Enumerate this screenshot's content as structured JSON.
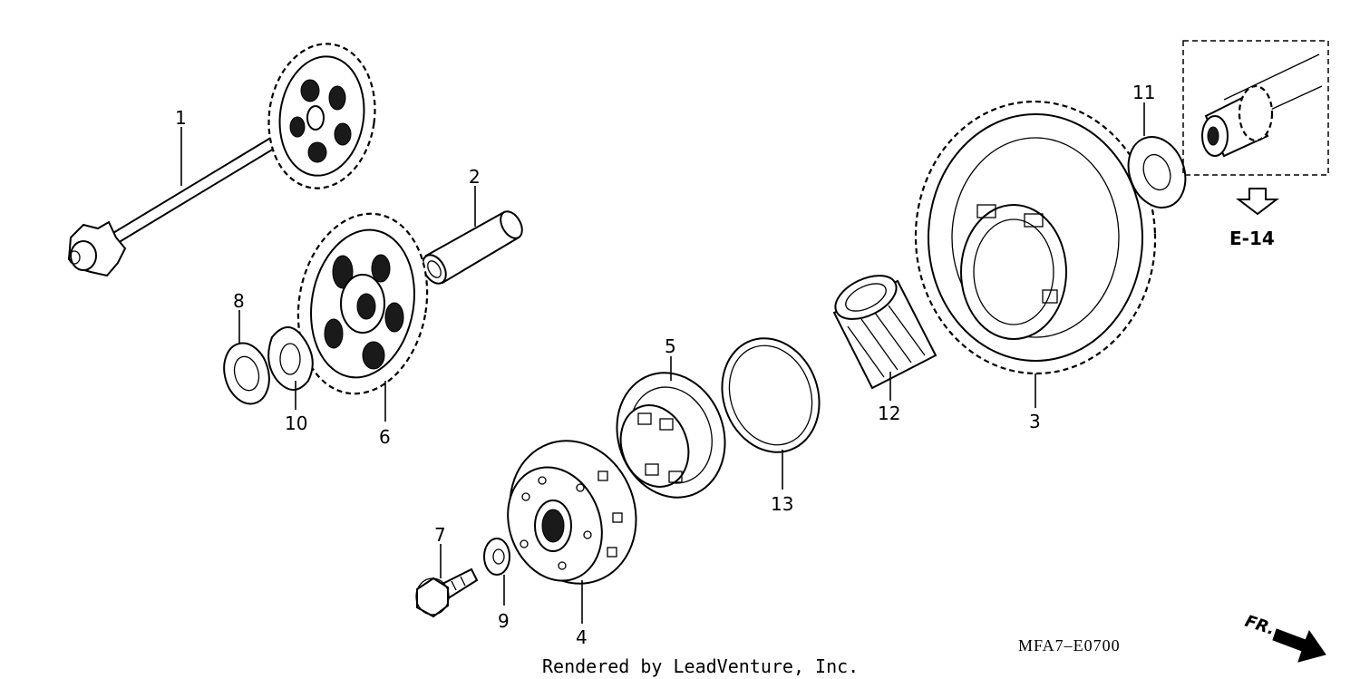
{
  "diagram": {
    "callouts": [
      {
        "id": "1",
        "label": "1"
      },
      {
        "id": "2",
        "label": "2"
      },
      {
        "id": "3",
        "label": "3"
      },
      {
        "id": "4",
        "label": "4"
      },
      {
        "id": "5",
        "label": "5"
      },
      {
        "id": "6",
        "label": "6"
      },
      {
        "id": "7",
        "label": "7"
      },
      {
        "id": "8",
        "label": "8"
      },
      {
        "id": "9",
        "label": "9"
      },
      {
        "id": "10",
        "label": "10"
      },
      {
        "id": "11",
        "label": "11"
      },
      {
        "id": "12",
        "label": "12"
      },
      {
        "id": "13",
        "label": "13"
      }
    ],
    "reference_label": "E-14",
    "diagram_code": "MFA7–E0700",
    "credit": "Rendered by LeadVenture, Inc.",
    "direction_label": "FR."
  }
}
